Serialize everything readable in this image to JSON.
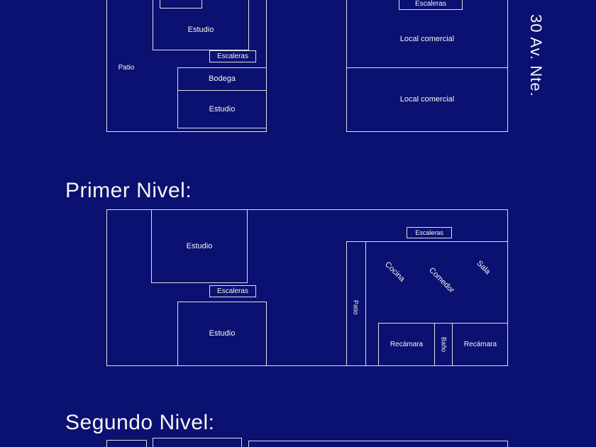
{
  "colors": {
    "background": "#0b1170",
    "line": "#dfdfdf",
    "text": "#f5f5f5"
  },
  "street_label": "30 Av. Nte.",
  "headings": {
    "primer_nivel": "Primer Nivel:",
    "segundo_nivel": "Segundo Nivel:"
  },
  "ground_floor": {
    "estudio_top": "Estudio",
    "patio": "Patio",
    "escaleras": "Escaleras",
    "bodega": "Bodega",
    "estudio_bottom": "Estudio",
    "escaleras_right": "Escaleras",
    "local_comercial_1": "Local comercial",
    "local_comercial_2": "Local comercial"
  },
  "first_floor": {
    "estudio_top": "Estudio",
    "escaleras_left": "Escaleras",
    "estudio_bottom": "Estudio",
    "escaleras_right": "Escaleras",
    "patio": "Patio",
    "cocina": "Cocina",
    "comedor": "Comedor",
    "sala": "Sala",
    "recamara_1": "Recámara",
    "bano": "Baño",
    "recamara_2": "Recámara"
  }
}
